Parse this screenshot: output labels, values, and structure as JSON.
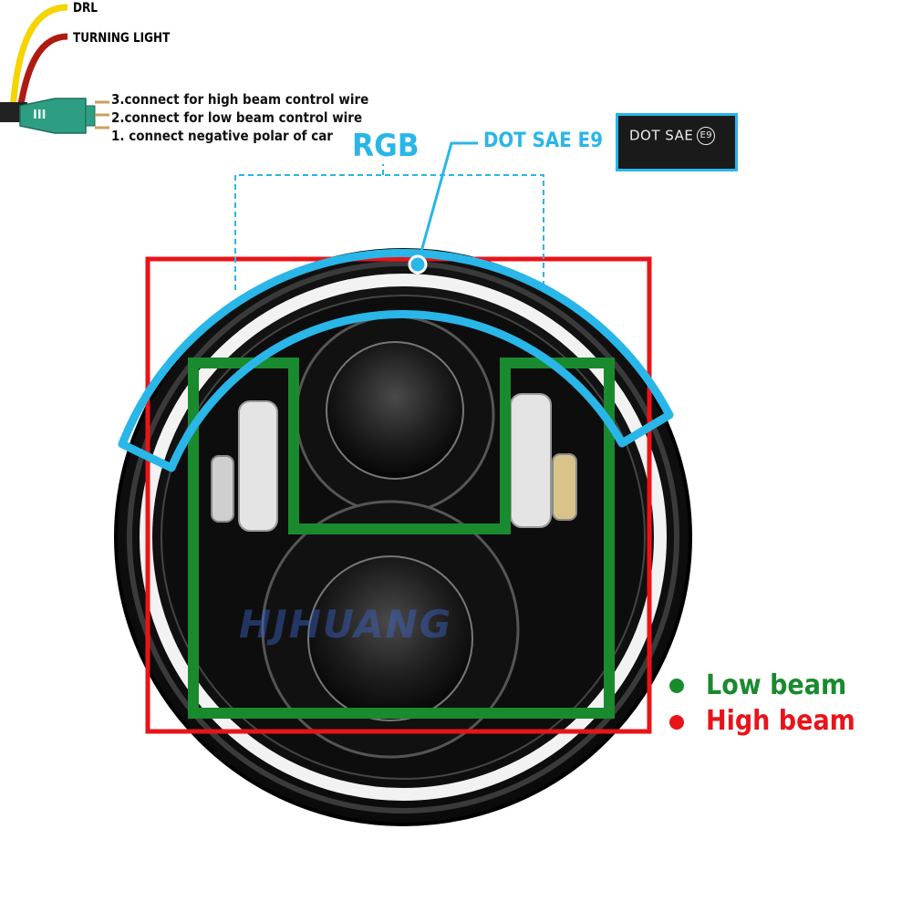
{
  "wires": [
    {
      "label": "DRL",
      "color": "#f5d400"
    },
    {
      "label": "TURNING LIGHT",
      "color": "#b01a12"
    }
  ],
  "connector": {
    "icon": "connector-plug-icon",
    "marking": "III",
    "color": "#2e9e82",
    "pins": [
      "3.connect for high beam control wire",
      "2.connect for low beam control wire",
      "1. connect negative polar of car"
    ]
  },
  "rgb_label": "RGB",
  "dot_label": "DOT SAE E9",
  "badge": {
    "text": "DOT SAE",
    "mark": "E9"
  },
  "watermark": "HJHUANG",
  "legend": [
    {
      "label": "Low beam",
      "color": "#1a8a2e"
    },
    {
      "label": "High beam",
      "color": "#e8141a"
    }
  ],
  "colors": {
    "accent_blue": "#29b6e8",
    "high_beam_red": "#e8141a",
    "low_beam_green": "#1a8a2e"
  }
}
